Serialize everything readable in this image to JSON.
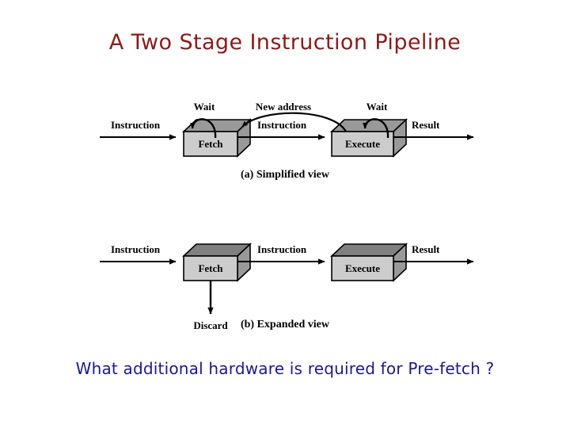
{
  "slide": {
    "title": "A Two Stage Instruction Pipeline",
    "question": "What additional hardware is required for Pre-fetch ?",
    "title_color": "#8b1a1a",
    "question_color": "#1a1a8c",
    "background_color": "#ffffff"
  },
  "figure": {
    "box_face_color": "#cccccc",
    "box_top_color_a": "#999999",
    "box_top_color_b": "#808080",
    "box_side_color": "#999999",
    "stroke_color": "#000000",
    "parts": [
      {
        "id": "simplified",
        "caption": "(a) Simplified view",
        "boxes": [
          {
            "name": "fetch",
            "label": "Fetch"
          },
          {
            "name": "execute",
            "label": "Execute"
          }
        ],
        "arrow_labels": [
          {
            "name": "input-instruction",
            "text": "Instruction"
          },
          {
            "name": "mid-instruction",
            "text": "Instruction"
          },
          {
            "name": "output-result",
            "text": "Result"
          }
        ]
      },
      {
        "id": "expanded",
        "caption": "(b) Expanded view",
        "boxes": [
          {
            "name": "fetch",
            "label": "Fetch"
          },
          {
            "name": "execute",
            "label": "Execute"
          }
        ],
        "arrow_labels": [
          {
            "name": "input-instruction",
            "text": "Instruction"
          },
          {
            "name": "mid-instruction",
            "text": "Instruction"
          },
          {
            "name": "output-result",
            "text": "Result"
          },
          {
            "name": "fetch-wait",
            "text": "Wait"
          },
          {
            "name": "execute-wait",
            "text": "Wait"
          },
          {
            "name": "new-address",
            "text": "New address"
          },
          {
            "name": "discard",
            "text": "Discard"
          }
        ]
      }
    ]
  }
}
